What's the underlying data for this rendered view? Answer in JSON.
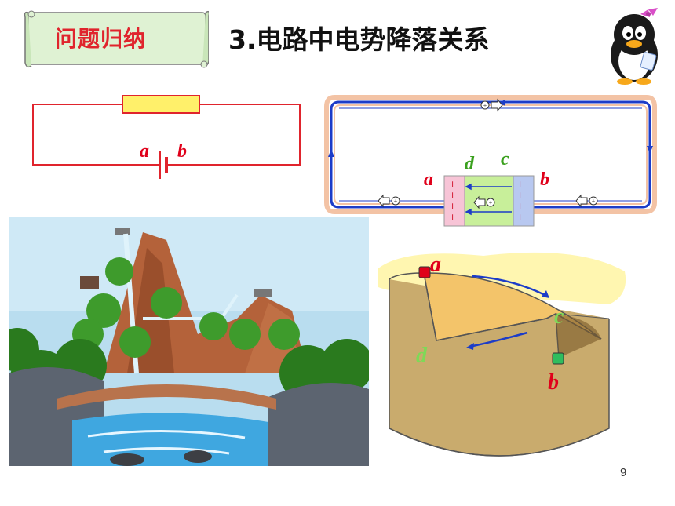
{
  "banner": {
    "label": "问题归纳"
  },
  "title": "3.电路中电势降落关系",
  "circuit_simple": {
    "terminal_a": "a",
    "terminal_b": "b"
  },
  "circuit_loop": {
    "label_a": "a",
    "label_b": "b",
    "label_c": "c",
    "label_d": "d",
    "plus_sign": "+",
    "minus_sign": "−"
  },
  "cylinder": {
    "label_a": "a",
    "label_b": "b",
    "label_c": "c",
    "label_d": "d"
  },
  "page_number": "9",
  "colors": {
    "banner_text": "#e0242d",
    "circuit_wire": "#e0242d",
    "resistor_fill": "#fff06a",
    "loop_wire": "#1c3cc8",
    "loop_frame": "#f3c3a5",
    "label_red": "#e0001a",
    "label_green": "#3aa01e"
  }
}
